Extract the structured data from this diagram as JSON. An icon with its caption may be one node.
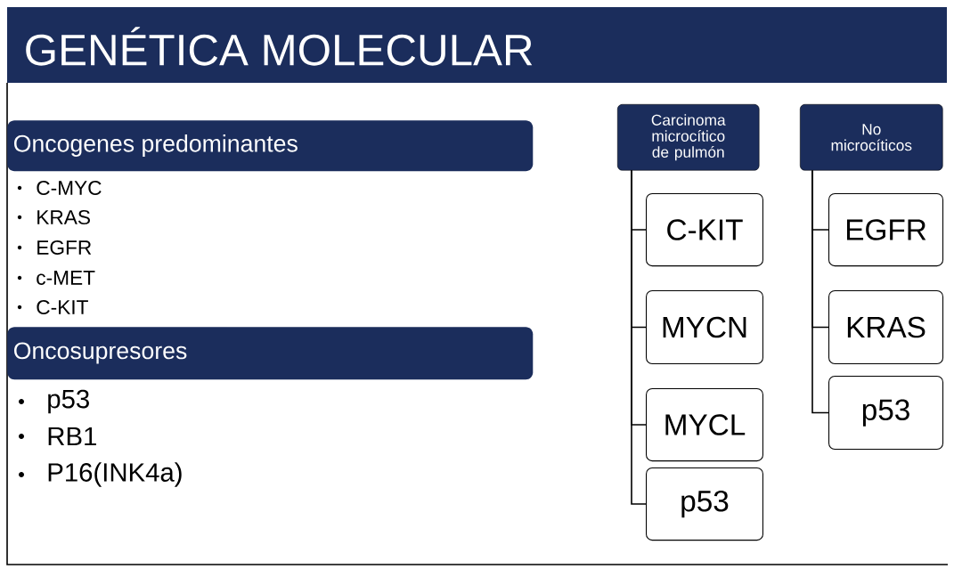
{
  "diagram": {
    "title": "GENÉTICA MOLECULAR",
    "nodes": [
      {
        "text": [
          "Oncogenes predominantes"
        ]
      },
      {
        "text": [
          "Oncosupresores"
        ]
      },
      {
        "text": [
          "Carcinoma microcítico de pulmón"
        ]
      },
      {
        "text": [
          "C-KIT"
        ]
      },
      {
        "text": [
          "MYCN"
        ]
      },
      {
        "text": [
          "MYCL"
        ]
      },
      {
        "text": [
          "p53"
        ]
      },
      {
        "text": [
          "No microcíticos"
        ]
      },
      {
        "text": [
          "EGFR"
        ]
      },
      {
        "text": [
          "KRAS"
        ]
      },
      {
        "text": [
          "p53"
        ]
      }
    ],
    "edges": [
      {
        "from": 2,
        "to": 3,
        "arrow": "none"
      },
      {
        "from": 2,
        "to": 4,
        "arrow": "none"
      },
      {
        "from": 2,
        "to": 5,
        "arrow": "none"
      },
      {
        "from": 2,
        "to": 6,
        "arrow": "none"
      },
      {
        "from": 7,
        "to": 8,
        "arrow": "none"
      },
      {
        "from": 7,
        "to": 9,
        "arrow": "none"
      },
      {
        "from": 7,
        "to": 10,
        "arrow": "none"
      }
    ],
    "labels": [
      "C-MYC",
      "KRAS",
      "EGFR",
      "c-MET",
      "C-KIT",
      "p53",
      "RB1",
      "P16(INK4a)"
    ]
  }
}
